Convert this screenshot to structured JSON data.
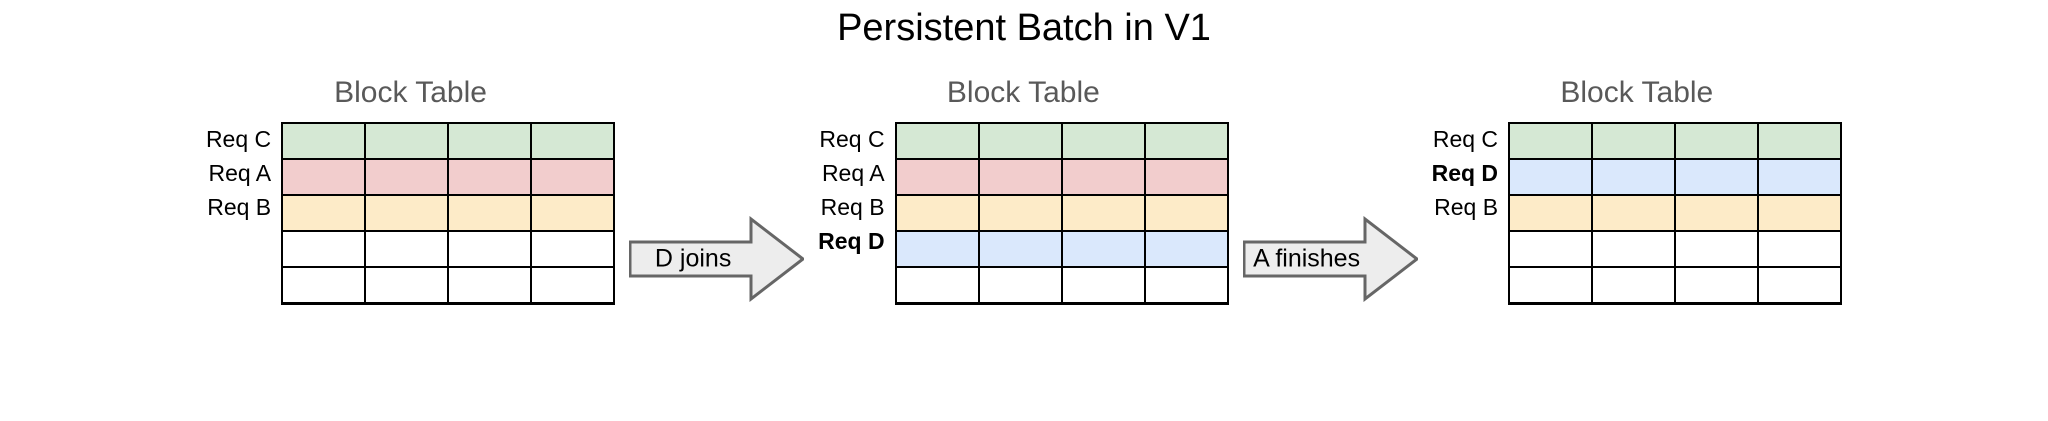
{
  "title": "Persistent Batch in V1",
  "colors": {
    "green": "#D5E8D4",
    "pink": "#F2CDCD",
    "yellow": "#FDEBC8",
    "blue": "#DAE8FC",
    "empty": "#FFFFFF",
    "cell_border": "#000000",
    "heading_gray": "#595959",
    "arrow_fill": "#EDEDED",
    "arrow_stroke": "#666666",
    "title_color": "#000000"
  },
  "table_layout": {
    "columns": 4,
    "rows": 5
  },
  "panels": [
    {
      "heading": "Block Table",
      "rows": [
        {
          "label": "Req C",
          "color": "#D5E8D4",
          "bold": false
        },
        {
          "label": "Req A",
          "color": "#F2CDCD",
          "bold": false
        },
        {
          "label": "Req B",
          "color": "#FDEBC8",
          "bold": false
        },
        {
          "label": "",
          "color": "#FFFFFF",
          "bold": false
        },
        {
          "label": "",
          "color": "#FFFFFF",
          "bold": false
        }
      ]
    },
    {
      "heading": "Block Table",
      "rows": [
        {
          "label": "Req C",
          "color": "#D5E8D4",
          "bold": false
        },
        {
          "label": "Req A",
          "color": "#F2CDCD",
          "bold": false
        },
        {
          "label": "Req B",
          "color": "#FDEBC8",
          "bold": false
        },
        {
          "label": "Req D",
          "color": "#DAE8FC",
          "bold": true
        },
        {
          "label": "",
          "color": "#FFFFFF",
          "bold": false
        }
      ]
    },
    {
      "heading": "Block Table",
      "rows": [
        {
          "label": "Req C",
          "color": "#D5E8D4",
          "bold": false
        },
        {
          "label": "Req D",
          "color": "#DAE8FC",
          "bold": true
        },
        {
          "label": "Req B",
          "color": "#FDEBC8",
          "bold": false
        },
        {
          "label": "",
          "color": "#FFFFFF",
          "bold": false
        },
        {
          "label": "",
          "color": "#FFFFFF",
          "bold": false
        }
      ]
    }
  ],
  "arrows": [
    {
      "label": "D joins"
    },
    {
      "label": "A finishes"
    }
  ]
}
